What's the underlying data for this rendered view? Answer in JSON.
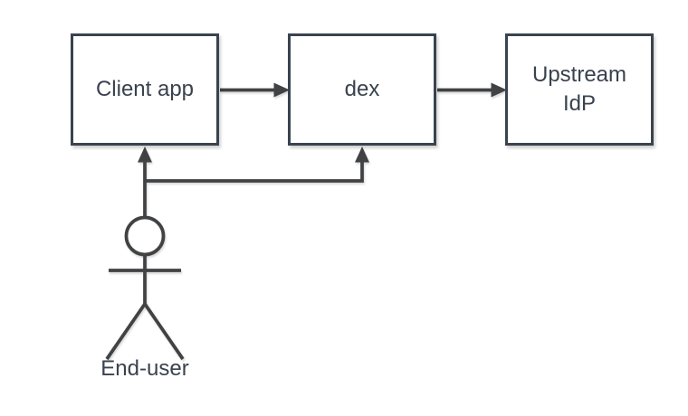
{
  "diagram": {
    "type": "flow-diagram",
    "nodes": [
      {
        "id": "client-app",
        "label": "Client app"
      },
      {
        "id": "dex",
        "label": "dex"
      },
      {
        "id": "upstream-idp",
        "label": "Upstream IdP",
        "lines": [
          "Upstream",
          "IdP"
        ]
      }
    ],
    "actor": {
      "id": "end-user",
      "label": "End-user"
    },
    "edges": [
      {
        "from": "client-app",
        "to": "dex"
      },
      {
        "from": "dex",
        "to": "upstream-idp"
      },
      {
        "from": "end-user",
        "to": "client-app"
      },
      {
        "from": "end-user",
        "to": "dex"
      }
    ],
    "colors": {
      "background": "#ffffff",
      "node_fill": "#ffffff",
      "node_stroke": "#3a434f",
      "text": "#39424e",
      "connector": "#404244"
    }
  }
}
